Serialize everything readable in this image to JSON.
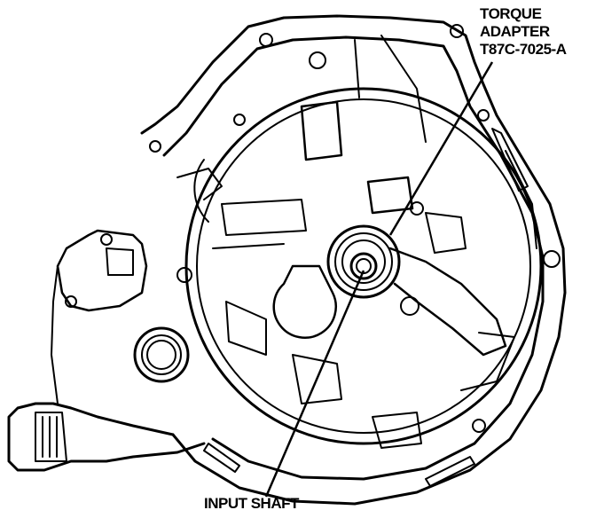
{
  "labels": {
    "torque_adapter": [
      "TORQUE",
      "ADAPTER",
      "T87C-7025-A"
    ],
    "input_shaft": "INPUT SHAFT"
  },
  "colors": {
    "line": "#000000",
    "background": "#ffffff"
  }
}
